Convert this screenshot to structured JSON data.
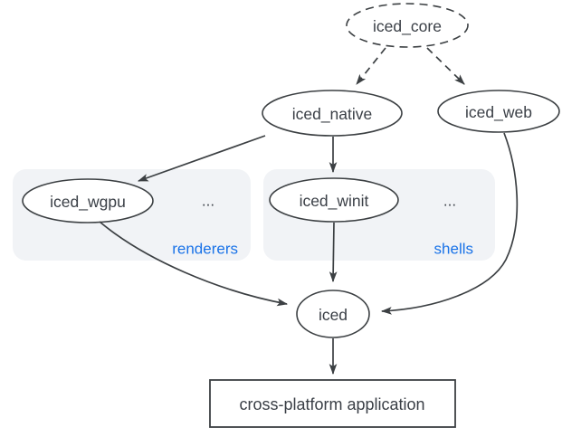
{
  "diagram": {
    "description": "iced crate ecosystem dependency diagram",
    "colors": {
      "stroke": "#3c4043",
      "text": "#3a3f46",
      "accent_blue": "#1a73e8",
      "group_fill": "#f1f3f6",
      "background": "#ffffff"
    },
    "nodes": {
      "iced_core": {
        "label": "iced_core",
        "shape": "dashed-ellipse"
      },
      "iced_native": {
        "label": "iced_native",
        "shape": "ellipse"
      },
      "iced_web": {
        "label": "iced_web",
        "shape": "ellipse"
      },
      "iced_wgpu": {
        "label": "iced_wgpu",
        "shape": "ellipse",
        "group": "renderers"
      },
      "iced_winit": {
        "label": "iced_winit",
        "shape": "ellipse",
        "group": "shells"
      },
      "iced": {
        "label": "iced",
        "shape": "ellipse"
      },
      "cross_platform_application": {
        "label": "cross-platform application",
        "shape": "rectangle"
      }
    },
    "groups": {
      "renderers": {
        "label": "renderers",
        "ellipsis": "..."
      },
      "shells": {
        "label": "shells",
        "ellipsis": "..."
      }
    },
    "edges": [
      {
        "from": "iced_core",
        "to": "iced_native",
        "style": "dashed"
      },
      {
        "from": "iced_core",
        "to": "iced_web",
        "style": "dashed"
      },
      {
        "from": "iced_native",
        "to": "iced_wgpu",
        "style": "solid"
      },
      {
        "from": "iced_native",
        "to": "iced_winit",
        "style": "solid"
      },
      {
        "from": "iced_wgpu",
        "to": "iced",
        "style": "solid"
      },
      {
        "from": "iced_winit",
        "to": "iced",
        "style": "solid"
      },
      {
        "from": "iced_web",
        "to": "iced",
        "style": "solid"
      },
      {
        "from": "iced",
        "to": "cross_platform_application",
        "style": "solid"
      }
    ]
  }
}
